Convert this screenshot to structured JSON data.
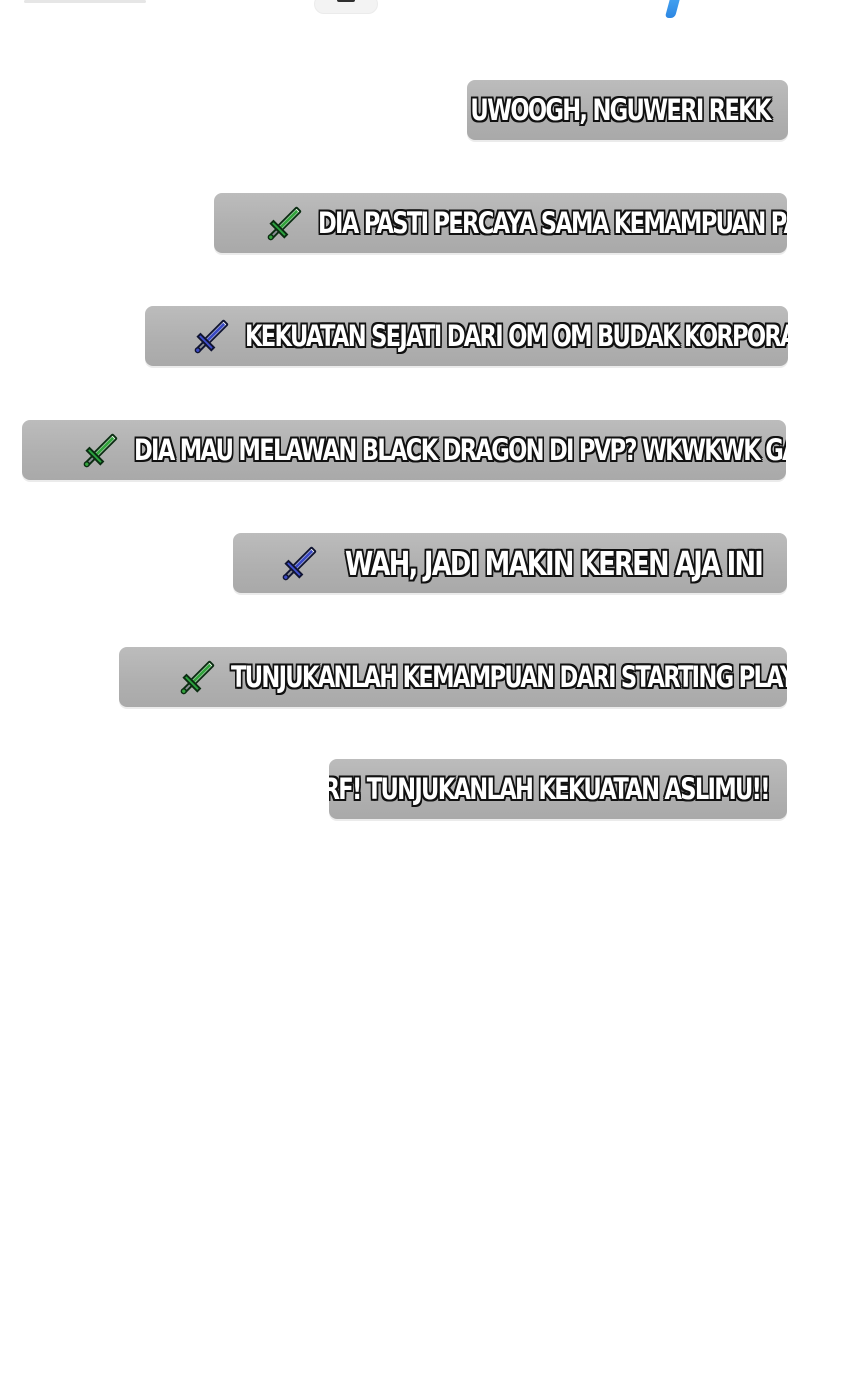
{
  "chat": {
    "messages": [
      {
        "text": "UWOOGH, NGUWERI REKK",
        "icon": "green-sword-icon",
        "icon_color": "#34a43e"
      },
      {
        "text": "DIA PASTI PERCAYA SAMA KEMAMPUAN PALUNYA",
        "icon": "green-sword-icon",
        "icon_color": "#34a43e"
      },
      {
        "text": "KEKUATAN SEJATI DARI OM OM BUDAK KORPORAT",
        "icon": "blue-sword-icon",
        "icon_color": "#3c4bc4"
      },
      {
        "text": "DIA MAU MELAWAN BLACK DRAGON DI PVP? WKWKWK GAS DAH",
        "icon": "green-sword-icon",
        "icon_color": "#34a43e"
      },
      {
        "text": "WAH, JADI MAKIN KEREN AJA INI",
        "icon": "blue-sword-icon",
        "icon_color": "#3c4bc4"
      },
      {
        "text": "TUNJUKANLAH KEMAMPUAN DARI STARTING PLAYER SEJATI!",
        "icon": "green-sword-icon",
        "icon_color": "#34a43e"
      },
      {
        "text": "SMURF! TUNJUKANLAH KEKUATAN ASLIMU!!",
        "icon": "",
        "icon_color": ""
      }
    ]
  }
}
